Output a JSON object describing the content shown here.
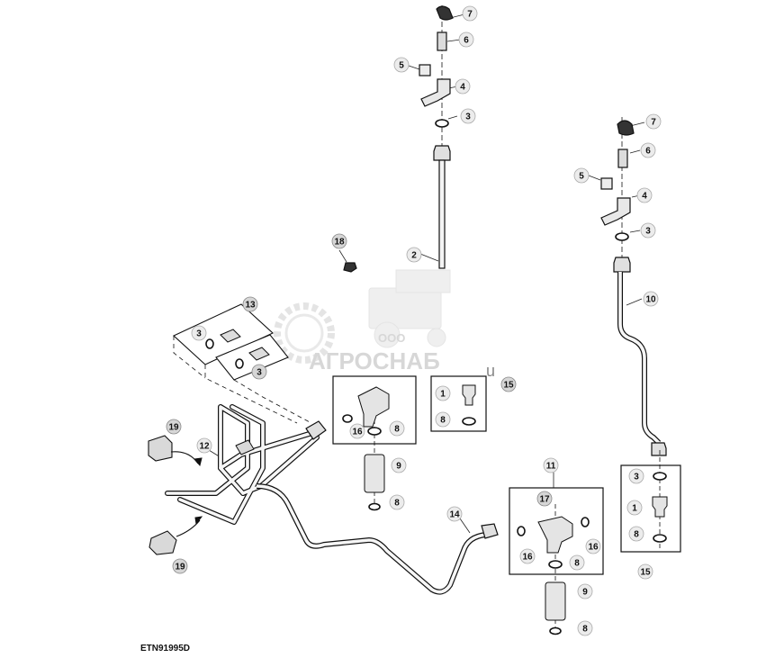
{
  "reference_code": "ETN91995D",
  "watermark": {
    "prefix": "ООО",
    "name": "АГРОСНАБ",
    "trailing": "u"
  },
  "callouts": {
    "c7a": "7",
    "c6a": "6",
    "c5a": "5",
    "c4a": "4",
    "c3a": "3",
    "c2": "2",
    "c18": "18",
    "c7b": "7",
    "c6b": "6",
    "c5b": "5",
    "c4b": "4",
    "c3b": "3",
    "c10": "10",
    "c13": "13",
    "c3c": "3",
    "c3d": "3",
    "c16a": "16",
    "c8a": "8",
    "c9a": "9",
    "c8b": "8",
    "c1a": "1",
    "c15a": "15",
    "c8c": "8",
    "c19a": "19",
    "c12": "12",
    "c19b": "19",
    "c14": "14",
    "c11": "11",
    "c17": "17",
    "c16b": "16",
    "c16c": "16",
    "c8d": "8",
    "c9b": "9",
    "c8e": "8",
    "c3e": "3",
    "c1b": "1",
    "c8f": "8",
    "c15b": "15"
  }
}
